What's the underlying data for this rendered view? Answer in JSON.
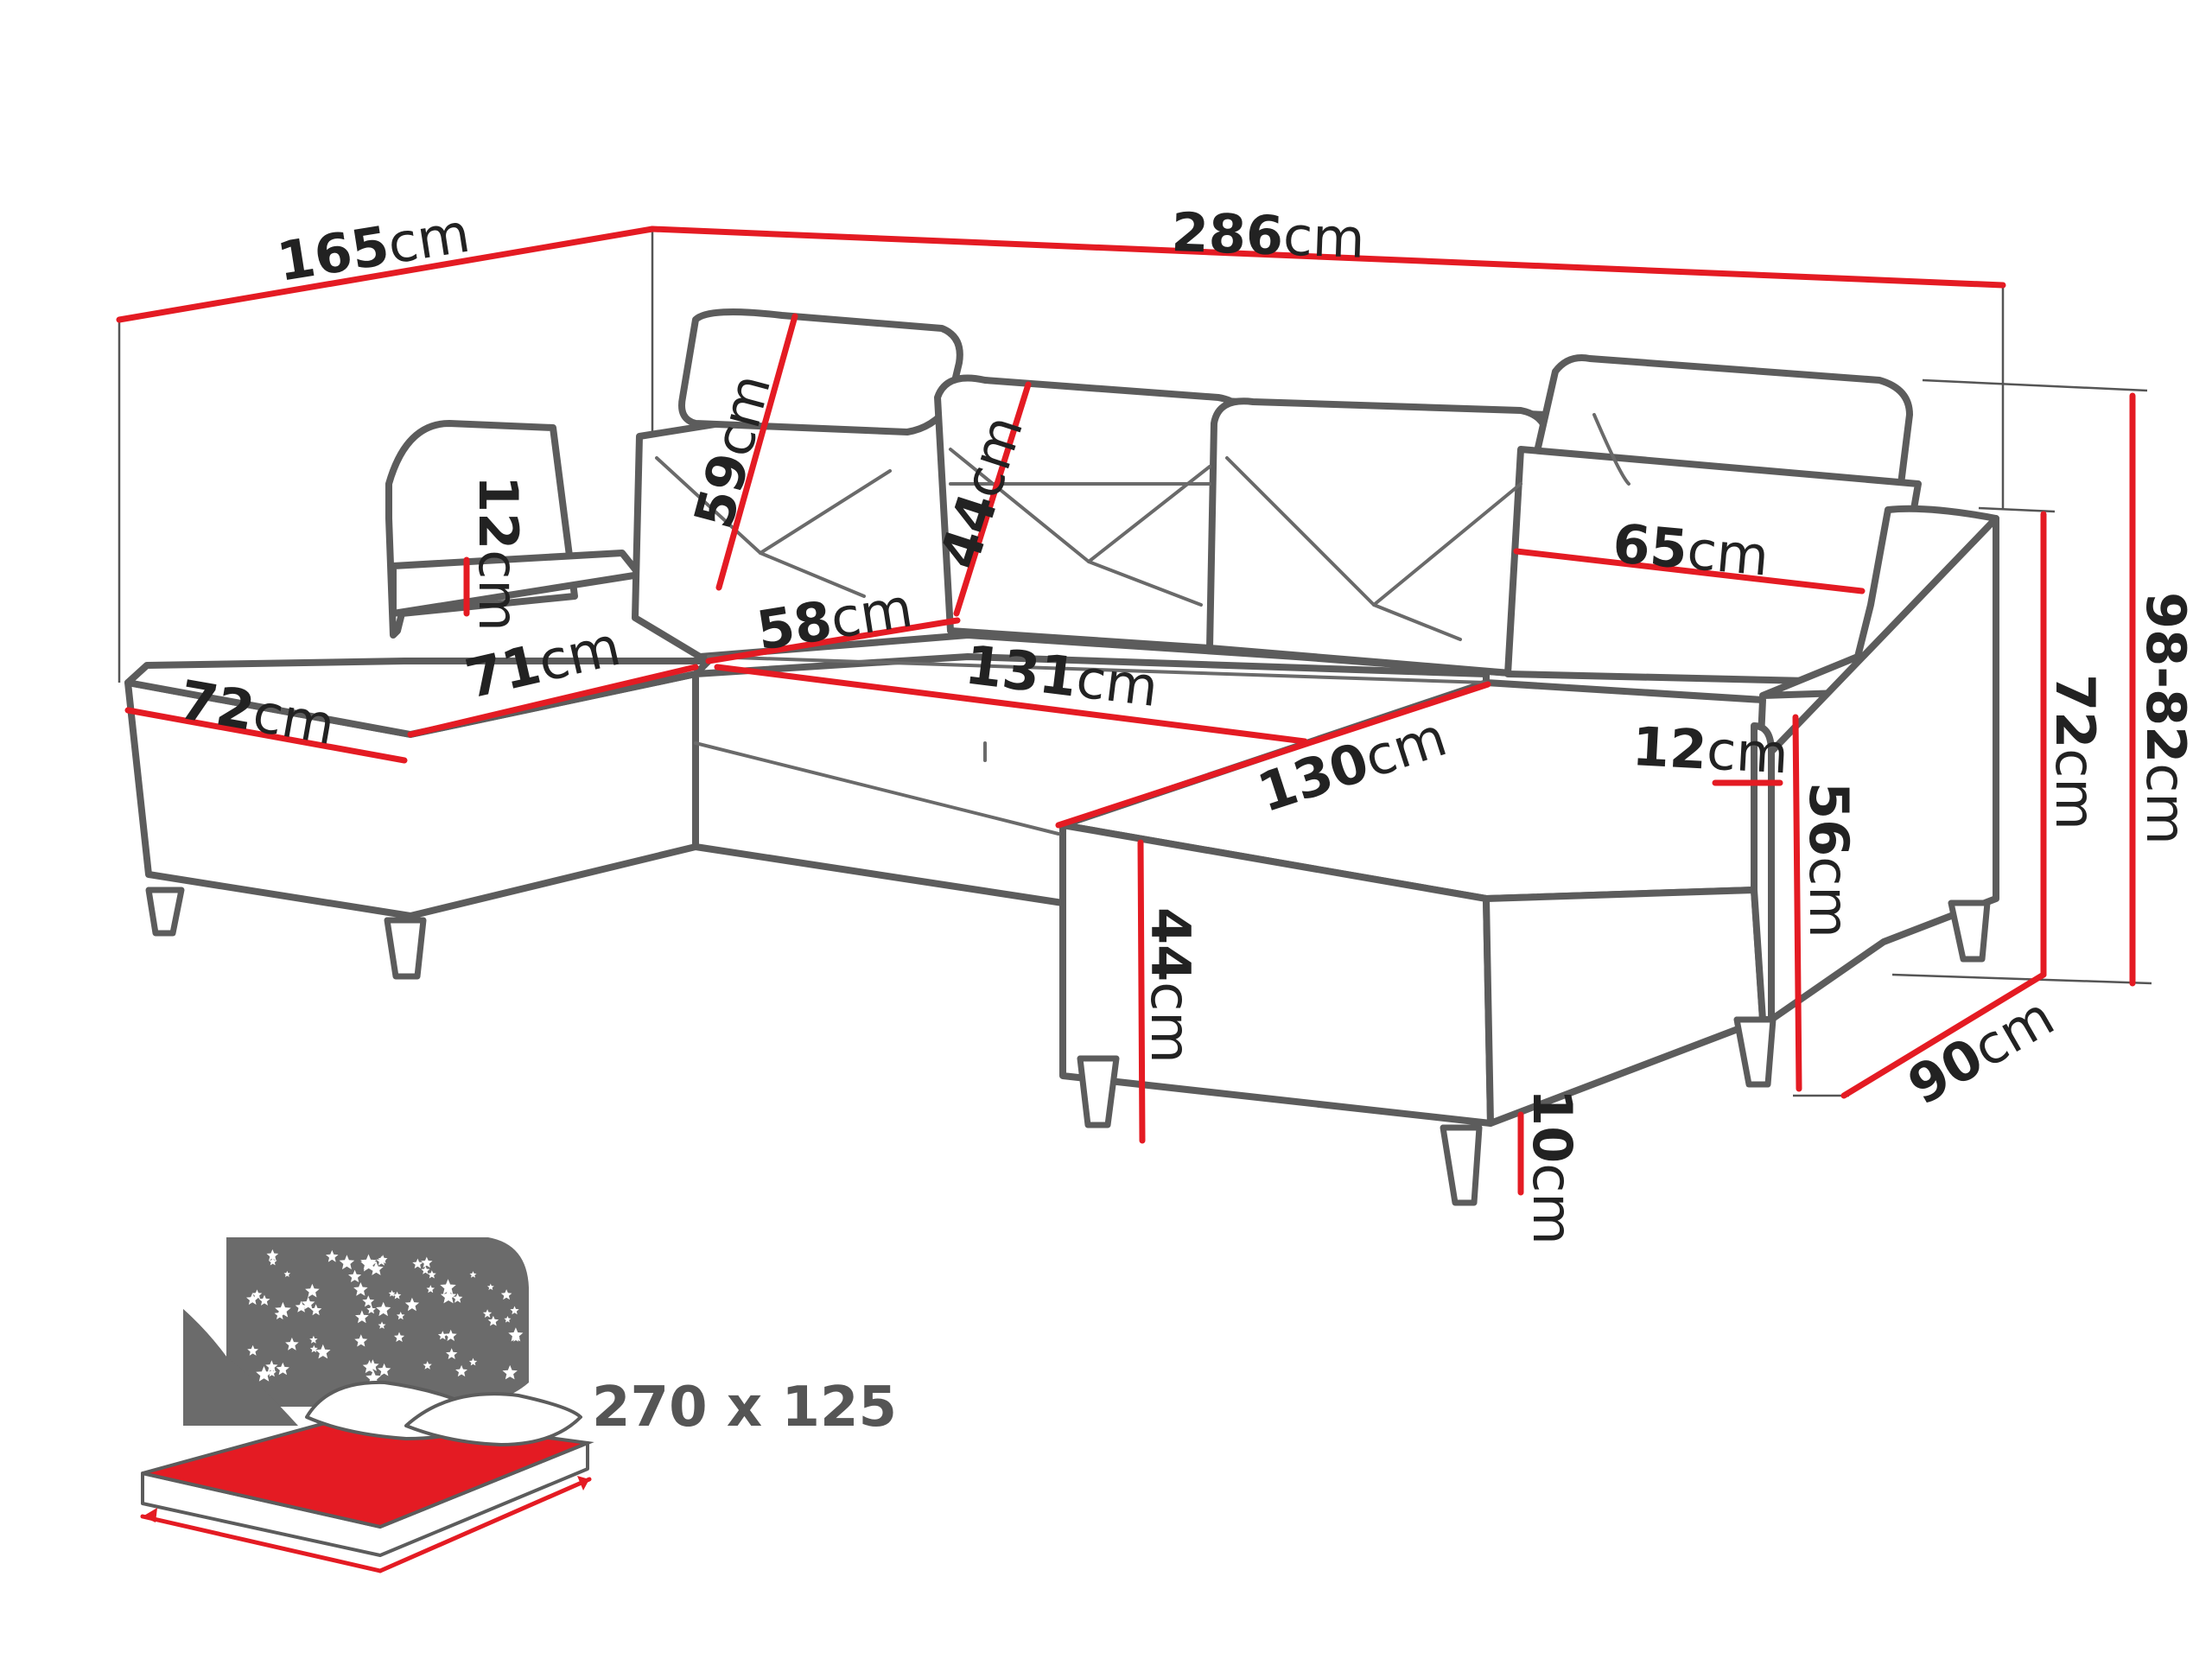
{
  "colors": {
    "dimension": "#e41b23",
    "outline": "#5c5c5c",
    "bed_top": "#e41b23",
    "night_sky": "#6b6b6b"
  },
  "dimensions": {
    "total_depth_left": {
      "value": "165",
      "unit": "cm"
    },
    "total_width": {
      "value": "286",
      "unit": "cm"
    },
    "armrest_height_left": {
      "value": "12",
      "unit": "cm"
    },
    "headrest_left_height": {
      "value": "59",
      "unit": "cm"
    },
    "backrest_height": {
      "value": "44",
      "unit": "cm"
    },
    "back_cushion_width": {
      "value": "65",
      "unit": "cm"
    },
    "seat_depth": {
      "value": "58",
      "unit": "cm"
    },
    "chaise_left_length": {
      "value": "71",
      "unit": "cm"
    },
    "chaise_left_width": {
      "value": "72",
      "unit": "cm"
    },
    "middle_seat_width": {
      "value": "131",
      "unit": "cm"
    },
    "chaise_right_length": {
      "value": "130",
      "unit": "cm"
    },
    "armrest_width_right": {
      "value": "12",
      "unit": "cm"
    },
    "armrest_height_right": {
      "value": "56",
      "unit": "cm"
    },
    "seat_height": {
      "value": "44",
      "unit": "cm"
    },
    "leg_height": {
      "value": "10",
      "unit": "cm"
    },
    "side_depth": {
      "value": "90",
      "unit": "cm"
    },
    "back_height": {
      "value": "72",
      "unit": "cm"
    },
    "headrest_height_range": {
      "value": "98-82",
      "unit": "cm"
    }
  },
  "bed": {
    "size_label": "270 x 125"
  },
  "icons": {
    "sleep_function": "bed-night-icon"
  }
}
